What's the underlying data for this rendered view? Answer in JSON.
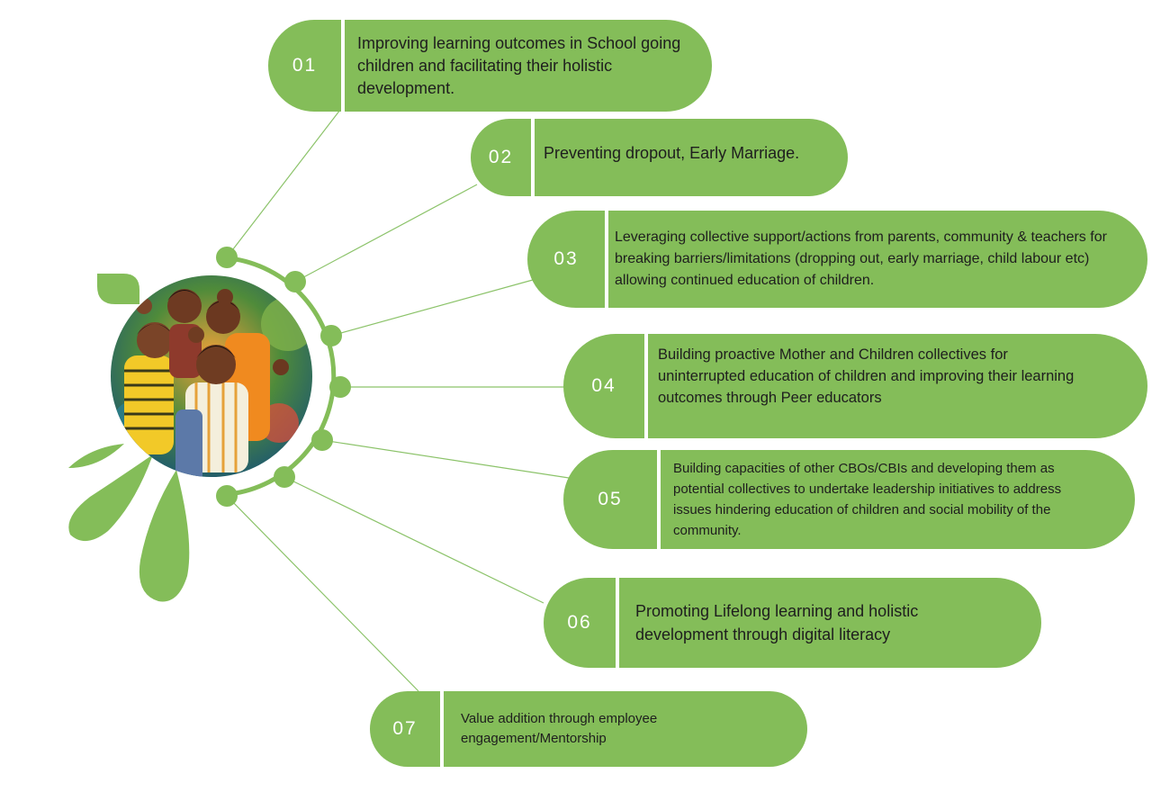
{
  "colors": {
    "primary_green": "#84bd59",
    "line_green": "#8cc36a",
    "text_dark": "#1e1e1e",
    "number_text": "#ffffff"
  },
  "center": {
    "photo": "group-of-smiling-children-photo"
  },
  "items": [
    {
      "number": "01",
      "text": "Improving learning outcomes in School going children and facilitating their holistic development."
    },
    {
      "number": "02",
      "text": "Preventing dropout, Early Marriage."
    },
    {
      "number": "03",
      "text": "Leveraging collective support/actions from parents, community & teachers for breaking barriers/limitations (dropping out, early marriage, child labour etc) allowing continued education of children."
    },
    {
      "number": "04",
      "text": "Building proactive Mother and Children collectives for uninterrupted education of children and improving their learning outcomes through Peer educators"
    },
    {
      "number": "05",
      "text": "Building capacities of other CBOs/CBIs and developing them as potential collectives to undertake leadership initiatives to address issues hindering education of children and social mobility of the community."
    },
    {
      "number": "06",
      "text": "Promoting Lifelong learning and holistic development through digital literacy"
    },
    {
      "number": "07",
      "text": "Value addition through employee engagement/Mentorship"
    }
  ]
}
